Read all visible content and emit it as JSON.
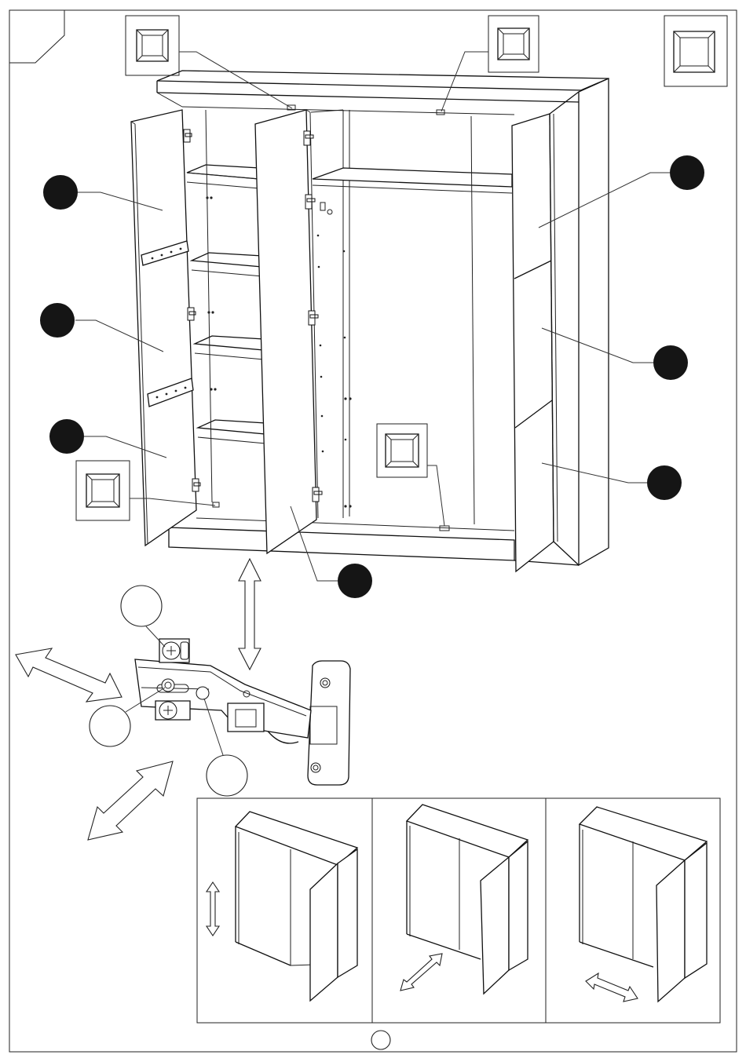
{
  "page": {
    "kind": "assembly-instruction-sheet",
    "subject": "hinged-door-wardrobe",
    "printed_text": []
  },
  "main_illustration": {
    "callouts_filled": 7,
    "cap_detail_boxes": 4
  },
  "hinge_detail": {
    "adjustment_screws": 3,
    "adjustment_arrows": 3
  },
  "adjustment_steps": {
    "panels": 3
  },
  "footer": {
    "page_number_circle": ""
  },
  "colors": {
    "line": "#111111",
    "fill": "#ffffff",
    "callout": "#151515"
  }
}
